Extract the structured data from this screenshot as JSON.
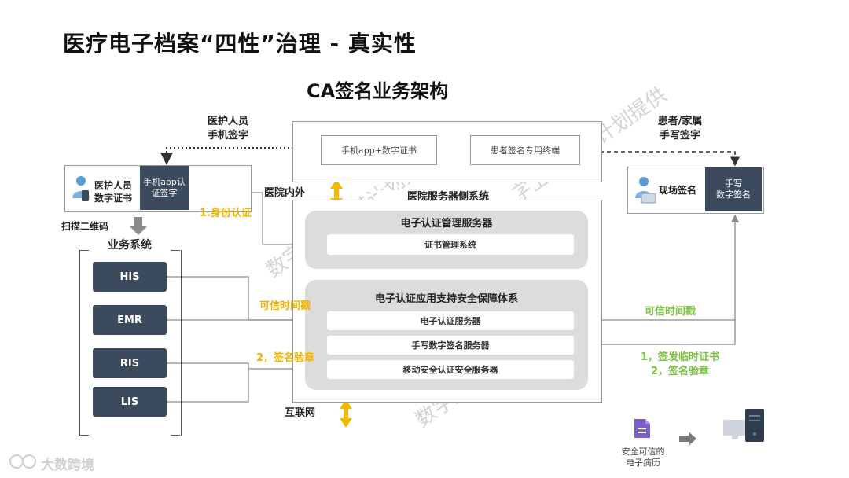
{
  "title": "医疗电子档案“四性”治理 - 真实性",
  "subtitle": "CA签名业务架构",
  "top_left_label": [
    "医护人员",
    "手机签字"
  ],
  "top_right_label": [
    "患者/家属",
    "手写签字"
  ],
  "top_box": {
    "left": "手机app+数字证书",
    "right": "患者签名专用终端"
  },
  "doctor_card": {
    "label": [
      "医护人员",
      "数字证书"
    ],
    "dark": [
      "手机app认",
      "证签字"
    ]
  },
  "scan_label": "扫描二维码",
  "identity_label": "1.身份认证",
  "business_systems": {
    "title": "业务系统",
    "items": [
      "HIS",
      "EMR",
      "RIS",
      "LIS"
    ]
  },
  "hospital_inout": "医院内外",
  "internet": "互联网",
  "server_system": {
    "title": "医院服务器侧系统",
    "mgmt": {
      "title": "电子认证管理服务器",
      "bar": "证书管理系统"
    },
    "support": {
      "title": "电子认证应用支持安全保障体系",
      "bars": [
        "电子认证服务器",
        "手写数字签名服务器",
        "移动安全认证安全服务器"
      ]
    }
  },
  "timestamp_left": "可信时间戳",
  "verify_left": "2，签名验章",
  "timestamp_right": "可信时间戳",
  "right_steps": [
    "1，签发临时证书",
    "2，签名验章"
  ],
  "onsite_card": {
    "label": "现场签名",
    "dark": [
      "手写",
      "数字签名"
    ]
  },
  "footer_note": [
    "安全可信的",
    "电子病历"
  ],
  "brand": "大数跨境",
  "watermark": "数字卫生塞塔计划提供",
  "colors": {
    "dark": "#3b4a5c",
    "yellow": "#f0b400",
    "green": "#7cc241",
    "panel": "#dcdcdc"
  }
}
